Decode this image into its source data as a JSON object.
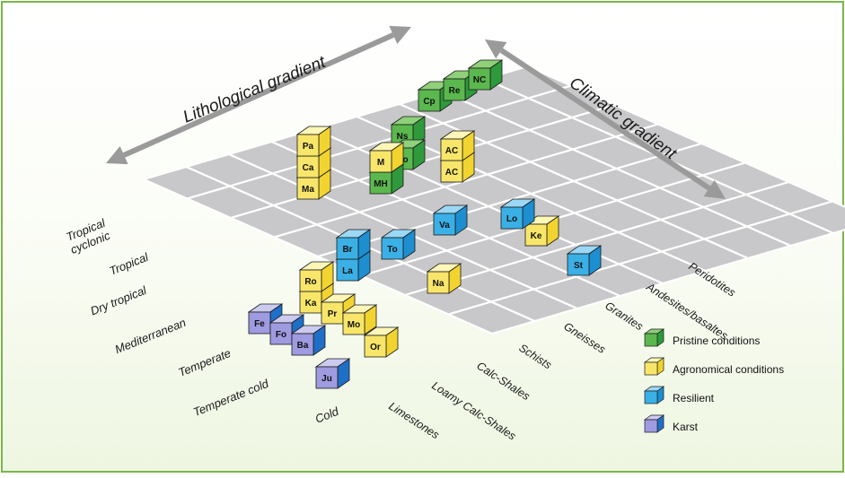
{
  "gradients": {
    "lithological": "Lithological gradient",
    "climatic": "Climatic gradient"
  },
  "climate_rows": [
    "Tropical cyclonic",
    "Tropical",
    "Dry tropical",
    "Mediterranean",
    "Temperate",
    "Temperate cold",
    "Cold"
  ],
  "lithology_cols": [
    "Limestones",
    "Loamy Calc-Shales",
    "Calc-Shales",
    "Schists",
    "Gneisses",
    "Granites",
    "Andesites/basaltes",
    "Peridotites"
  ],
  "legend": [
    {
      "label": "Pristine conditions",
      "type": "pristine"
    },
    {
      "label": "Agronomical conditions",
      "type": "agro"
    },
    {
      "label": "Resilient",
      "type": "resilient"
    },
    {
      "label": "Karst",
      "type": "karst"
    }
  ],
  "colors": {
    "frame_border": "#7ab648",
    "grid_cell": "#c8c8ca",
    "grid_line": "#ffffff",
    "arrow": "#9a9a9a",
    "pristine": [
      "#2e9a3c",
      "#5bb84e",
      "#8fd07a"
    ],
    "agro": [
      "#f2d430",
      "#f8e66a",
      "#fff7b8"
    ],
    "resilient": [
      "#1d8fd0",
      "#3ab0e6",
      "#9ad8f5"
    ],
    "karst": [
      "#1f6fc8",
      "#9e9be0",
      "#cdcaf0"
    ]
  },
  "cubes": [
    {
      "label": "Cp",
      "type": "pristine"
    },
    {
      "label": "Re",
      "type": "pristine"
    },
    {
      "label": "NC",
      "type": "pristine"
    },
    {
      "label": "Do",
      "type": "pristine"
    },
    {
      "label": "Ns",
      "type": "pristine"
    },
    {
      "label": "Pa",
      "type": "agro"
    },
    {
      "label": "Ca",
      "type": "agro"
    },
    {
      "label": "Ma",
      "type": "agro"
    },
    {
      "label": "M",
      "type": "agro"
    },
    {
      "label": "MH",
      "type": "pristine"
    },
    {
      "label": "AC",
      "type": "agro"
    },
    {
      "label": "AC",
      "type": "agro"
    },
    {
      "label": "Va",
      "type": "resilient"
    },
    {
      "label": "Lo",
      "type": "resilient"
    },
    {
      "label": "Ke",
      "type": "agro"
    },
    {
      "label": "Br",
      "type": "resilient"
    },
    {
      "label": "La",
      "type": "resilient"
    },
    {
      "label": "To",
      "type": "resilient"
    },
    {
      "label": "St",
      "type": "resilient"
    },
    {
      "label": "Na",
      "type": "agro"
    },
    {
      "label": "Ro",
      "type": "agro"
    },
    {
      "label": "Ka",
      "type": "agro"
    },
    {
      "label": "Pr",
      "type": "agro"
    },
    {
      "label": "Mo",
      "type": "agro"
    },
    {
      "label": "Or",
      "type": "agro"
    },
    {
      "label": "Fe",
      "type": "karst"
    },
    {
      "label": "Fo",
      "type": "karst"
    },
    {
      "label": "Ba",
      "type": "karst"
    },
    {
      "label": "Ju",
      "type": "karst"
    }
  ]
}
